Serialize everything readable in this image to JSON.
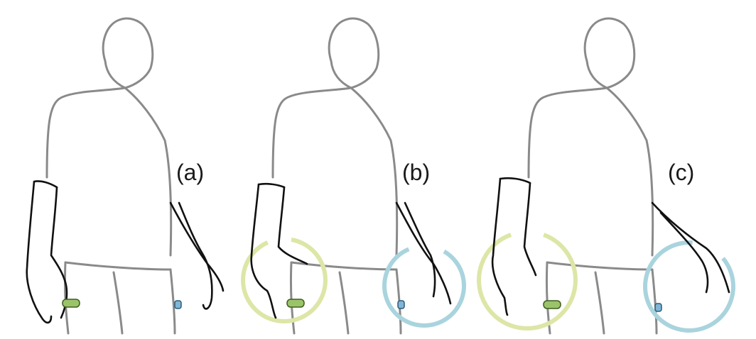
{
  "panels": [
    {
      "label": "(a)",
      "circles": false
    },
    {
      "label": "(b)",
      "circles": true
    },
    {
      "label": "(c)",
      "circles": true
    }
  ],
  "colors": {
    "outline": "#8a8a8a",
    "arm": "#111111",
    "left_sensor": "#9bc46a",
    "right_sensor": "#7fb6d6",
    "left_circle": "#dde6a6",
    "right_circle": "#a9d4de"
  }
}
